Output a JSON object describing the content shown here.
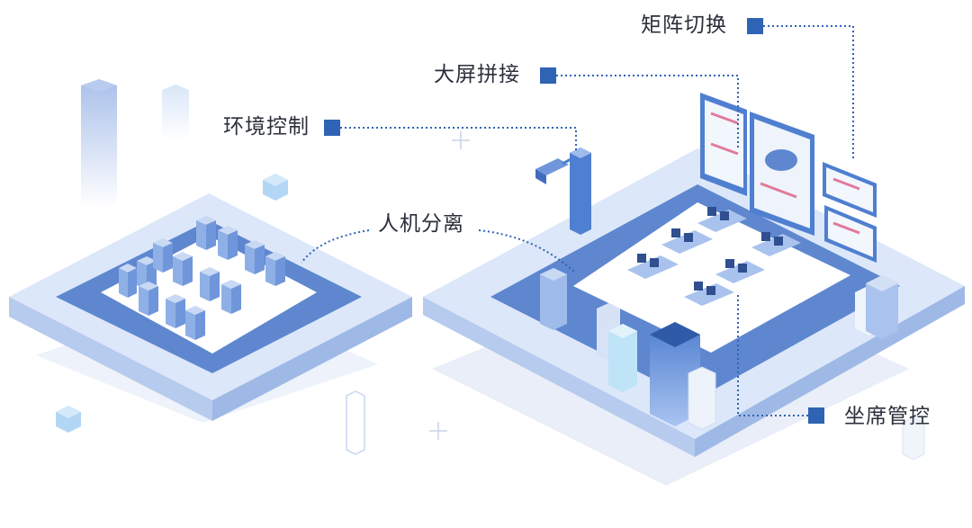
{
  "labels": {
    "matrix": "矩阵切换",
    "big_screen": "大屏拼接",
    "environment": "环境控制",
    "separation": "人机分离",
    "seat": "坐席管控"
  },
  "colors": {
    "accent": "#2f63b3",
    "platform_light": "#e3ecfb",
    "platform_mid": "#c4d6f3",
    "platform_dark": "#5f87cf",
    "text": "#2a2f3a"
  }
}
